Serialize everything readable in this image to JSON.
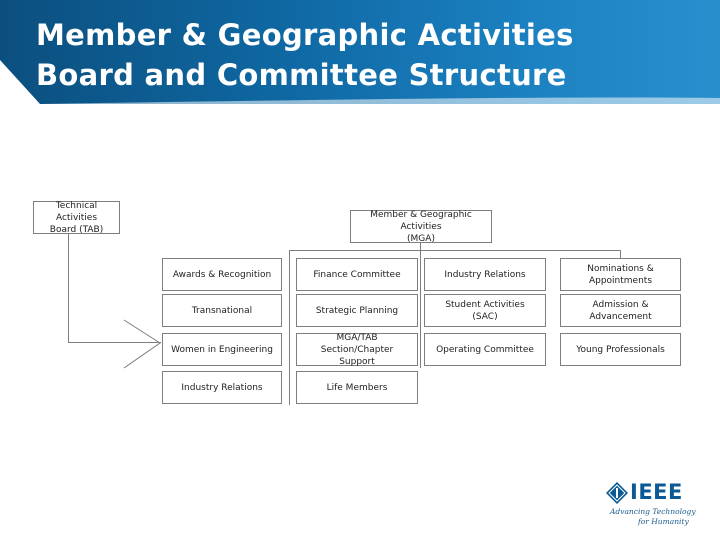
{
  "header": {
    "title_line1": "Member & Geographic Activities",
    "title_line2": "Board and Committee Structure"
  },
  "org": {
    "tab_box": {
      "line1": "Technical Activities",
      "line2": "Board (TAB)"
    },
    "mga_box": {
      "line1": "Member & Geographic Activities",
      "line2": "(MGA)"
    },
    "committees": {
      "col1": [
        "Awards & Recognition",
        "Transnational",
        "Women in Engineering",
        "Industry Relations"
      ],
      "col2": [
        "Finance Committee",
        "Strategic Planning",
        "MGA/TAB Section/Chapter Support",
        "Life Members"
      ],
      "col3": [
        "Industry Relations",
        "Student Activities (SAC)",
        "Operating Committee"
      ],
      "col4": [
        "Nominations & Appointments",
        "Admission & Advancement",
        "Young Professionals"
      ]
    }
  },
  "logo": {
    "name": "IEEE",
    "tagline_line1": "Advancing Technology",
    "tagline_line2": "for Humanity",
    "icon": "ieee-diamond-icon"
  },
  "colors": {
    "header_dark": "#0b4f7e",
    "header_light": "#2a8fcd",
    "box_border": "#7e7e7e",
    "logo_blue": "#0a5a95"
  }
}
